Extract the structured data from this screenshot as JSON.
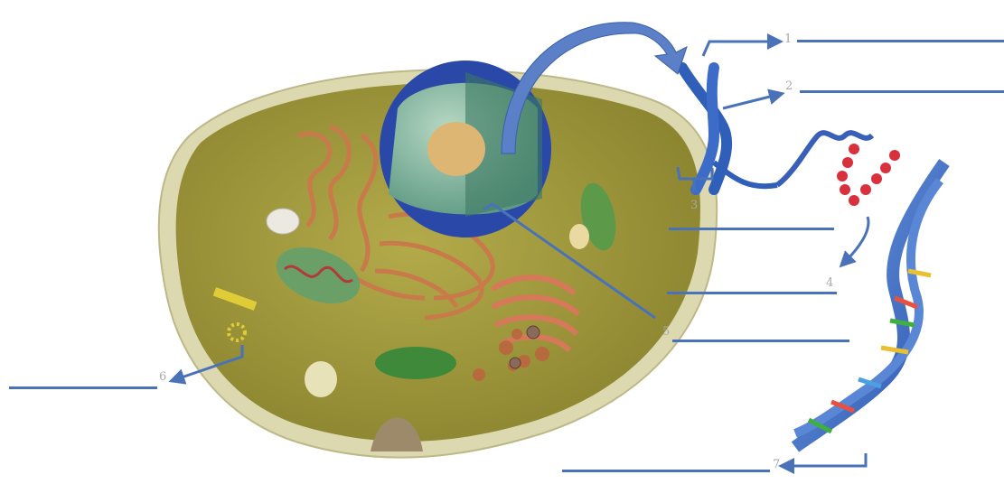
{
  "labels": [
    {
      "number": "1"
    },
    {
      "number": "2"
    },
    {
      "number": "3"
    },
    {
      "number": "4"
    },
    {
      "number": "5"
    },
    {
      "number": "6"
    },
    {
      "number": "7"
    }
  ],
  "colors": {
    "label_line": "#4a72b8",
    "arrow_fill": "#5b80c8",
    "cytoplasm": "#a09a3a",
    "membrane": "#d9d4a8",
    "nucleus_envelope": "#2f4fb0",
    "nucleoplasm": "#8fb7a0",
    "nucleolus": "#d8b46c",
    "er_golgi": "#d98a5c",
    "mitochondria": "#6fa06a",
    "chromatin_red": "#d8303c",
    "dna_helix": "#3f6fc8",
    "number_text": "#a8a8a8"
  }
}
